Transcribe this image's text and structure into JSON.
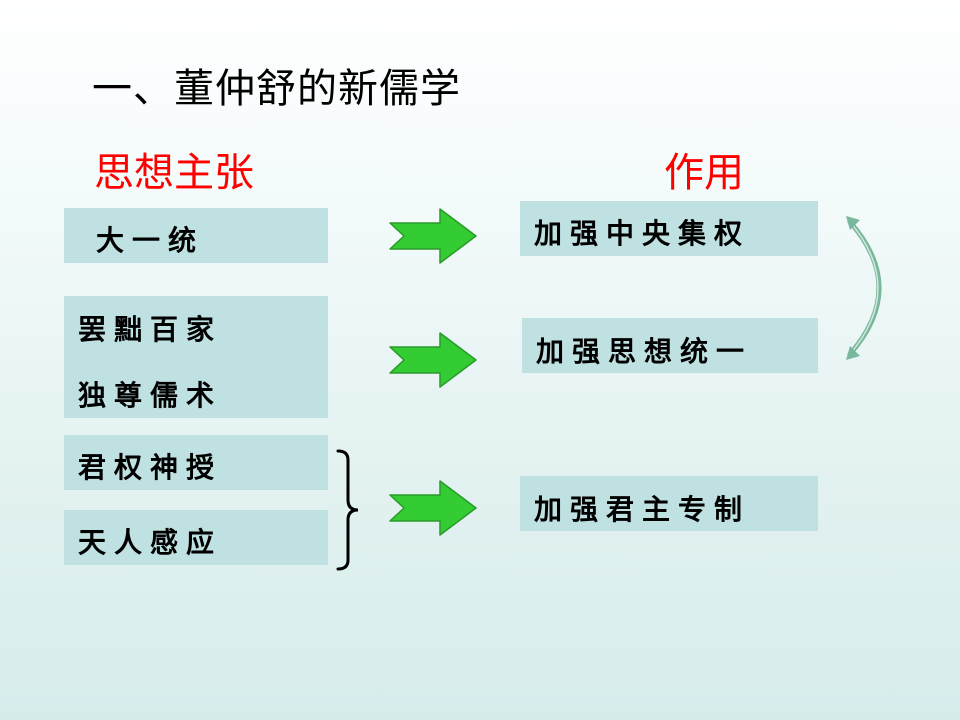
{
  "title": "一、董仲舒的新儒学",
  "headings": {
    "ideas": "思想主张",
    "effects": "作用"
  },
  "ideas": {
    "unification": "大一统",
    "ban_schools_line1": "罢黜百家",
    "ban_schools_line2": "独尊儒术",
    "divine_right": "君权神授",
    "heaven_human": "天人感应"
  },
  "effects": {
    "central_power": "加强中央集权",
    "thought_unity": "加强思想统一",
    "autocracy": "加强君主专制"
  },
  "colors": {
    "box_fill": "#bfe1e2",
    "heading_red": "#ff0000",
    "arrow_green": "#33cc33",
    "curve_green": "#79b79d"
  },
  "icons": {
    "arrow": "right-arrow-icon",
    "brace": "right-brace-icon",
    "curve": "curved-connector-icon"
  }
}
